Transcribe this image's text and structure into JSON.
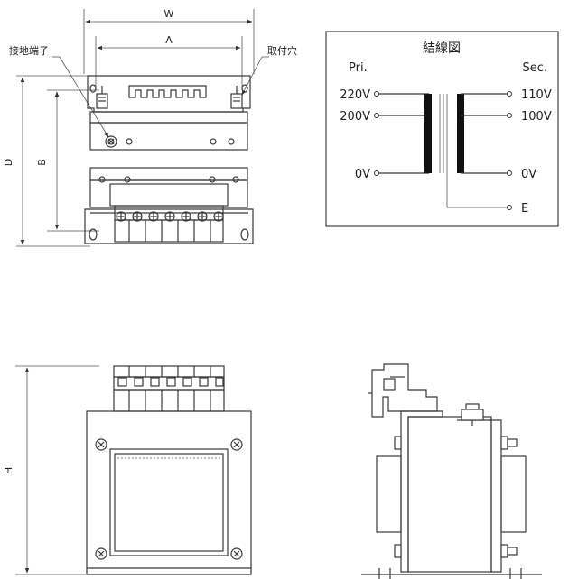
{
  "dimensions": {
    "w": "W",
    "a": "A",
    "d": "D",
    "b": "B",
    "h": "H"
  },
  "callouts": {
    "ground_terminal": "接地端子",
    "mounting_hole": "取付穴"
  },
  "wiring": {
    "title": "結線図",
    "primary_label": "Pri.",
    "secondary_label": "Sec.",
    "pri_220": "220V",
    "pri_200": "200V",
    "pri_0": "0V",
    "sec_110": "110V",
    "sec_100": "100V",
    "sec_0": "0V",
    "earth": "E"
  }
}
